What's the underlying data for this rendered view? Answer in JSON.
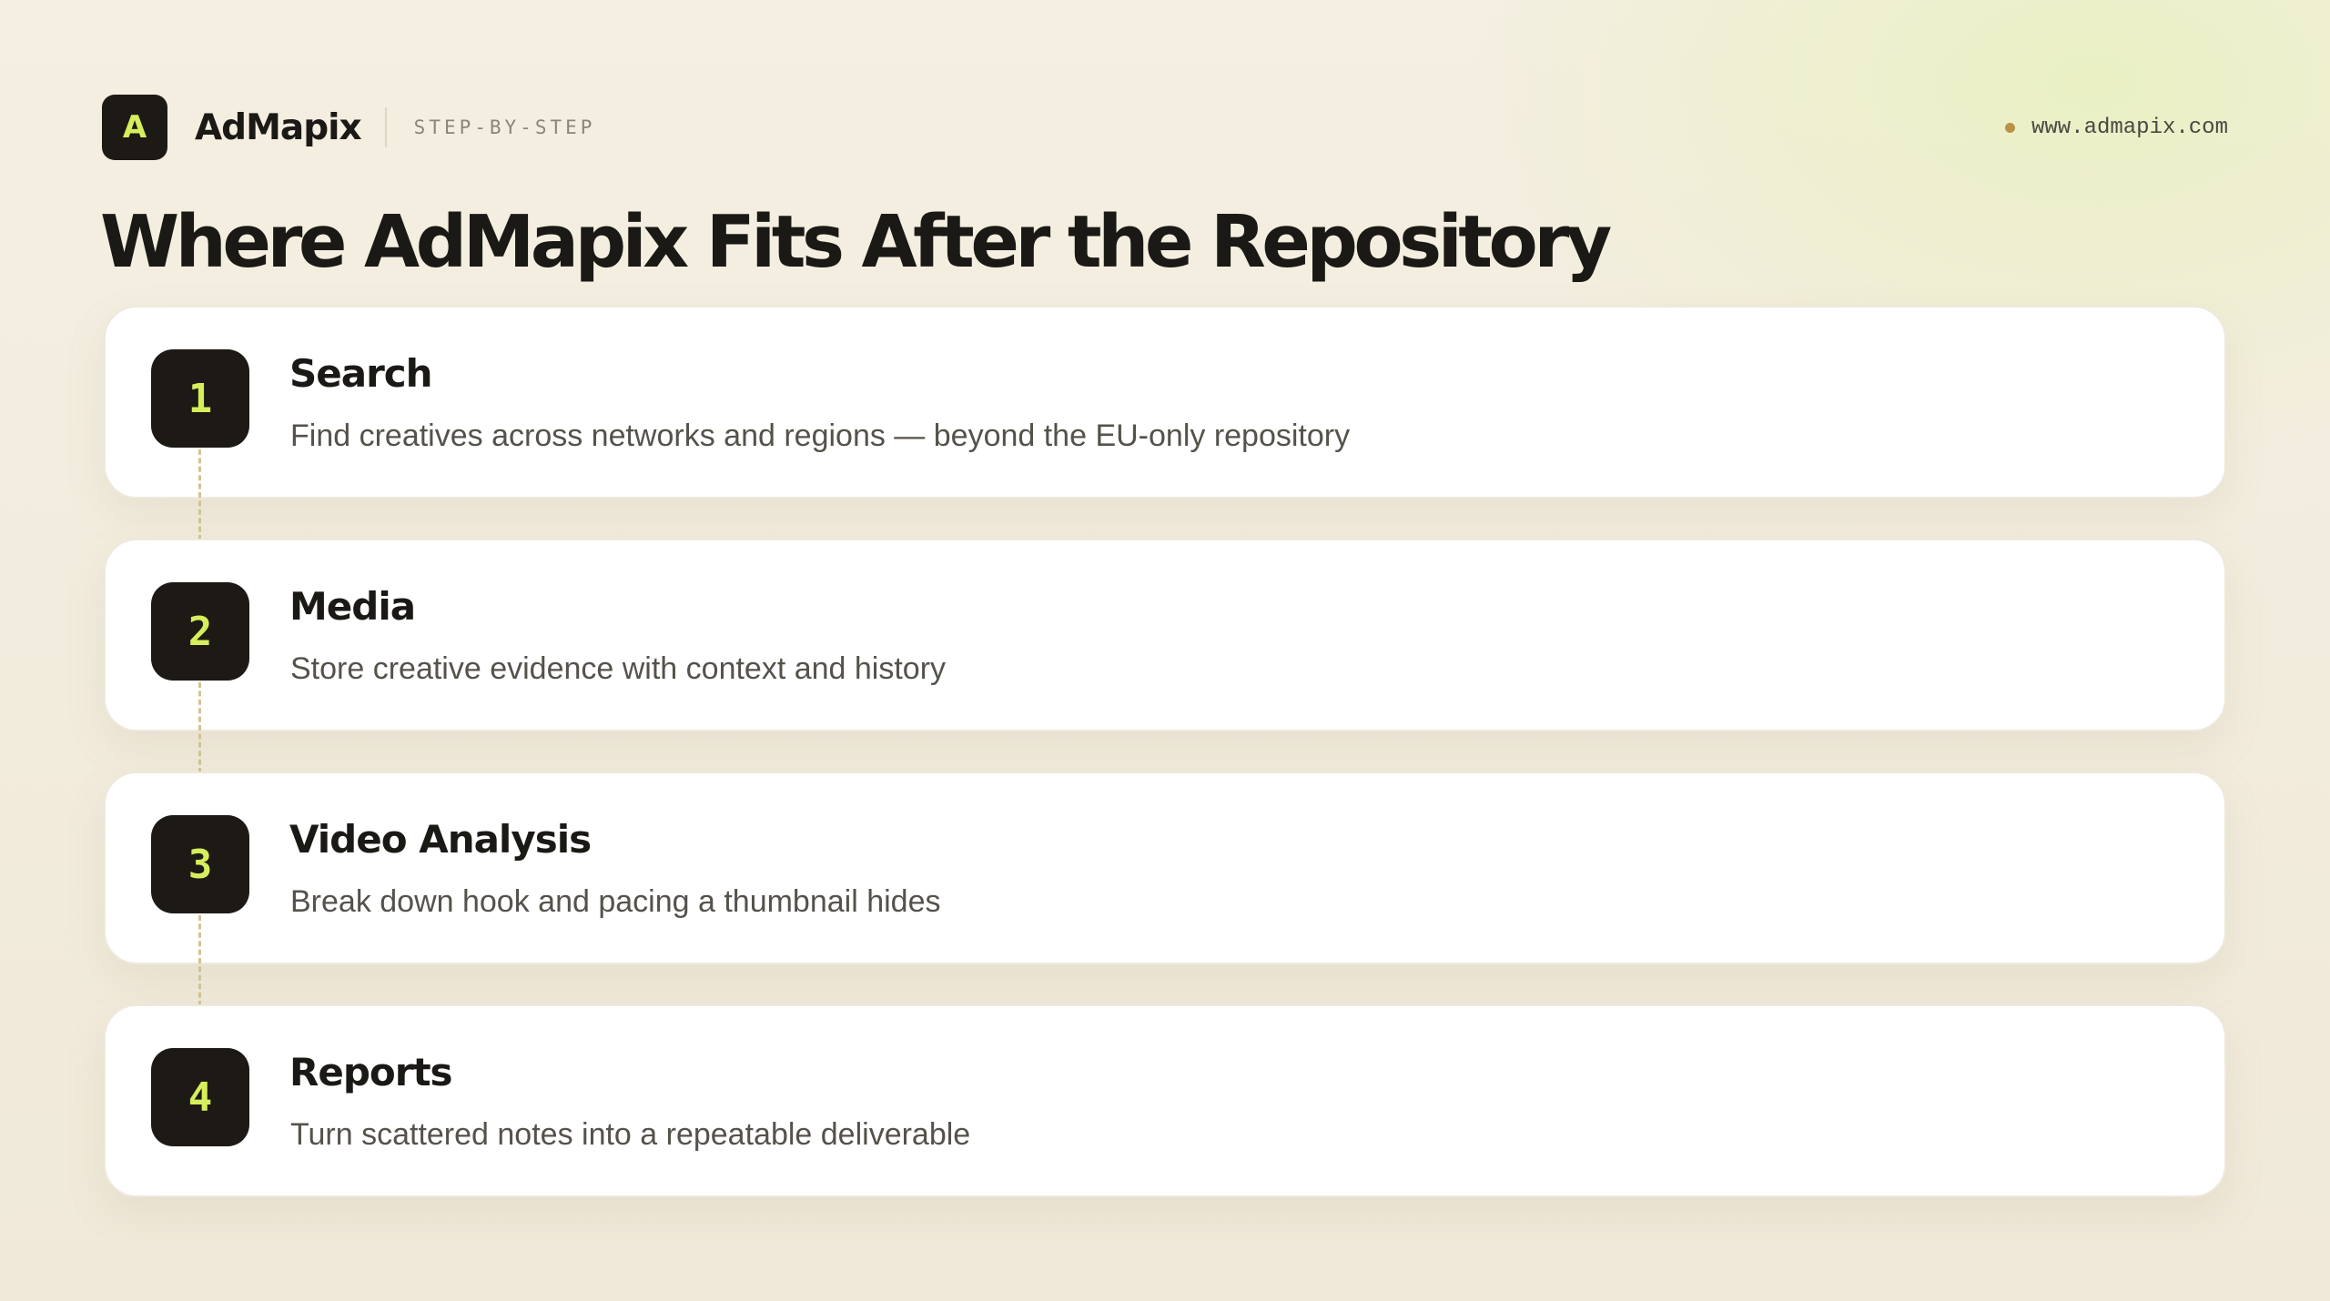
{
  "header": {
    "logo_letter": "A",
    "brand": "AdMapix",
    "tagline": "STEP-BY-STEP",
    "website": "www.admapix.com"
  },
  "title": "Where AdMapix Fits After the Repository",
  "steps": [
    {
      "number": "1",
      "title": "Search",
      "description": "Find creatives across networks and regions — beyond the EU-only repository"
    },
    {
      "number": "2",
      "title": "Media",
      "description": "Store creative evidence with context and history"
    },
    {
      "number": "3",
      "title": "Video Analysis",
      "description": "Break down hook and pacing a thumbnail hides"
    },
    {
      "number": "4",
      "title": "Reports",
      "description": "Turn scattered notes into a repeatable deliverable"
    }
  ],
  "colors": {
    "accent": "#d6ee5c",
    "badge_bg": "#1d1a15",
    "dot": "#b89343",
    "connector": "#cfc495"
  }
}
